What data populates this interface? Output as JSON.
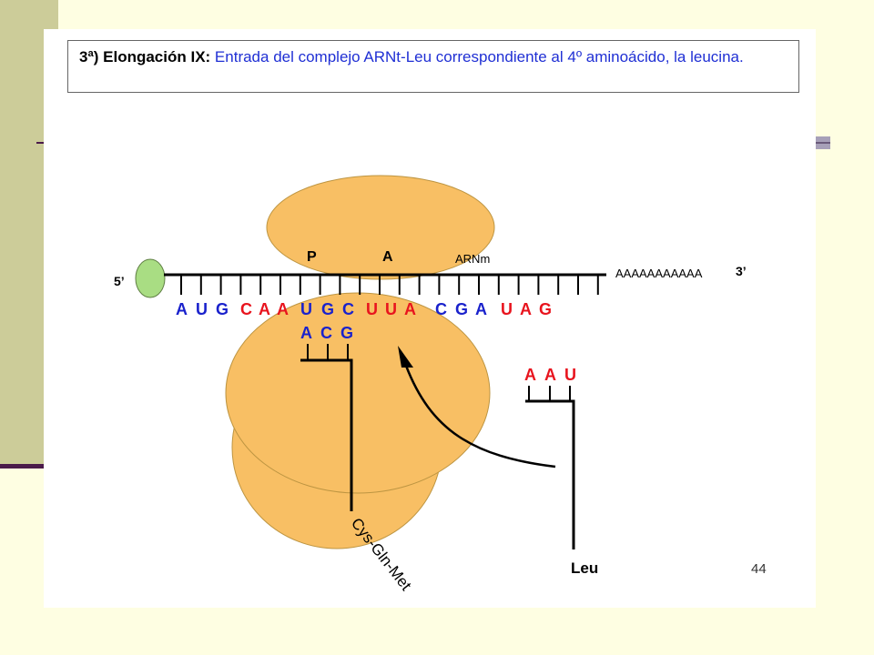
{
  "caption": {
    "lead": "3ª) Elongación IX:",
    "text": " Entrada del complejo ARNt-Leu correspondiente al 4º aminoácido, la leucina."
  },
  "labels": {
    "five_prime": "5’",
    "three_prime": "3’",
    "site_p": "P",
    "site_a": "A",
    "mrna": "ARNm",
    "poly_a": "AAAAAAAAAAA",
    "peptide": "Cys-Gln-Met",
    "amino_acid": "Leu",
    "slide_number": "44"
  },
  "codons": [
    {
      "letters": [
        "A",
        "U",
        "G"
      ],
      "color": "#1a22cc"
    },
    {
      "letters": [
        "C",
        "A",
        "A"
      ],
      "color": "#e8141e"
    },
    {
      "letters": [
        "U",
        "G",
        "C"
      ],
      "color": "#1a22cc"
    },
    {
      "letters": [
        "U",
        "U",
        "A"
      ],
      "color": "#e8141e"
    },
    {
      "letters": [
        "C",
        "G",
        "A"
      ],
      "color": "#1a22cc"
    },
    {
      "letters": [
        "U",
        "A",
        "G"
      ],
      "color": "#e8141e"
    }
  ],
  "trna_p_anticodon": {
    "letters": [
      "A",
      "C",
      "G"
    ],
    "color": "#1a22cc"
  },
  "trna_leu_anticodon": {
    "letters": [
      "A",
      "A",
      "U"
    ],
    "color": "#e8141e"
  },
  "colors": {
    "ribosome": "#f8bf64",
    "ribosome_outline": "#bd9542",
    "cap": "#a9dd83",
    "cap_outline": "#5f7f44",
    "caption_text": "#1f2fd4"
  }
}
